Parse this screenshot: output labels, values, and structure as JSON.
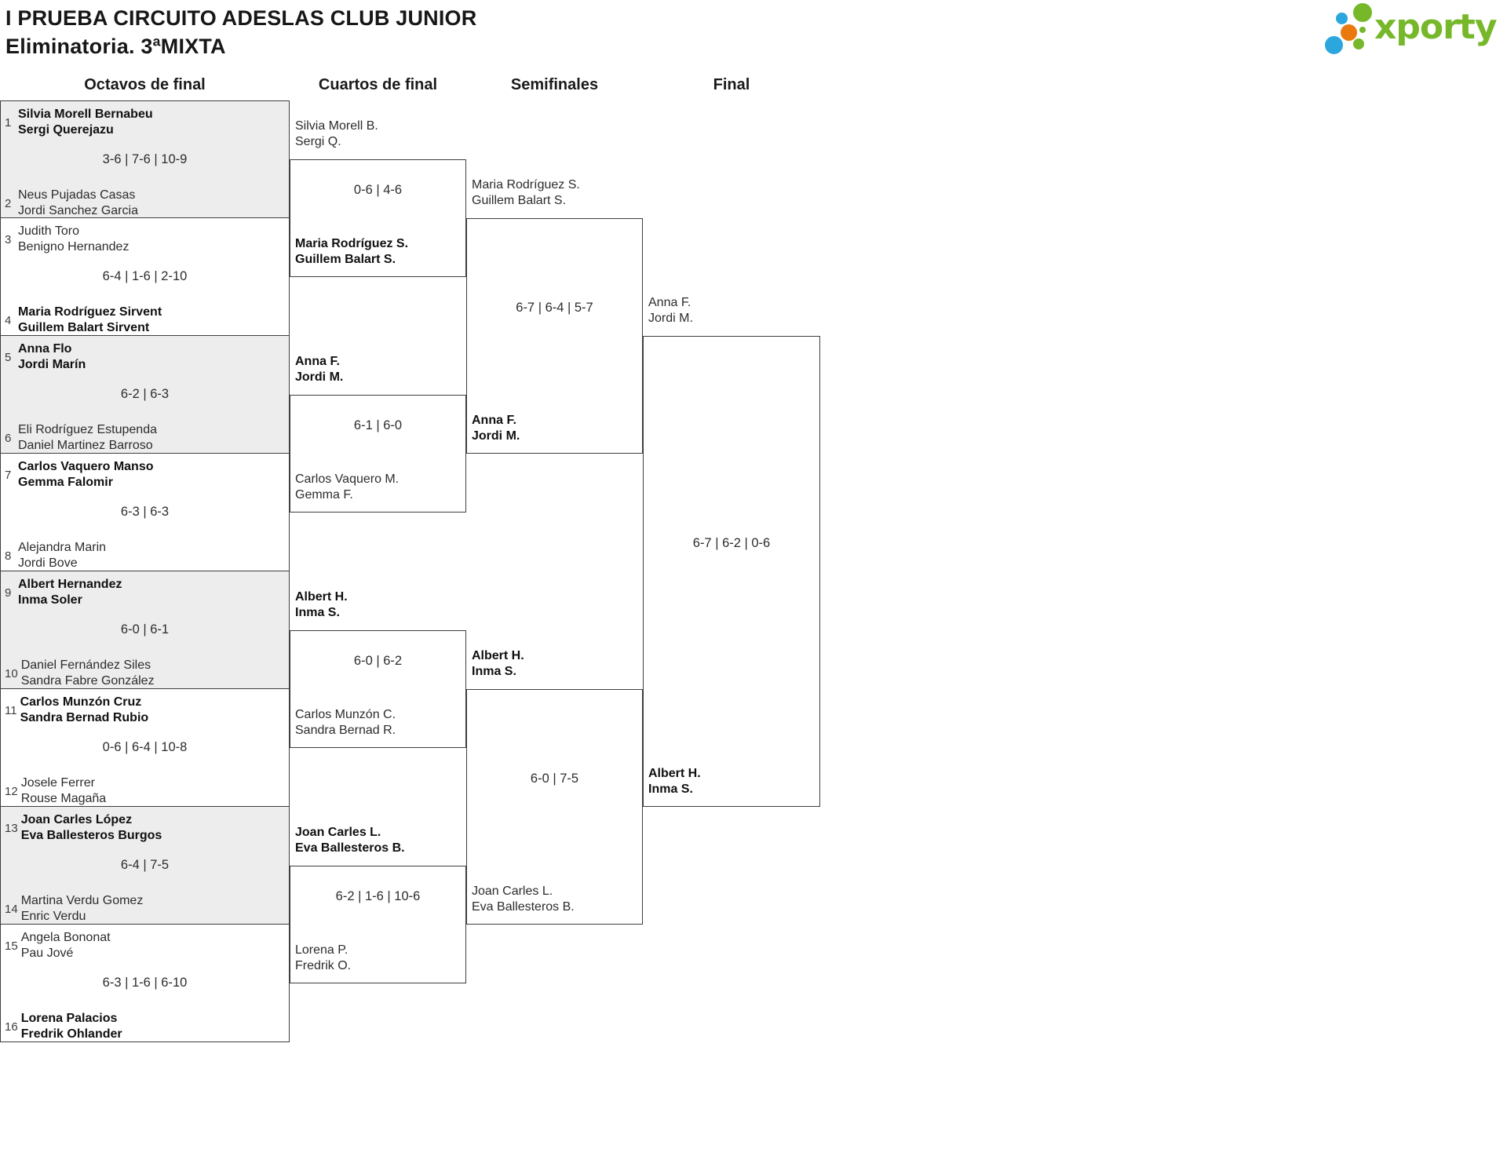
{
  "header": {
    "title_line1": "I PRUEBA CIRCUITO ADESLAS CLUB JUNIOR",
    "title_line2": "Eliminatoria. 3ªMIXTA"
  },
  "logo": {
    "wordmark": "xporty",
    "green": "#76b82a",
    "blue": "#2ba7de",
    "orange": "#e9790e"
  },
  "colors": {
    "shaded_box_bg": "#ededed",
    "line": "#3e3e3e",
    "text": "#2c2c2c",
    "winner_text": "#101010"
  },
  "rounds": {
    "labels": [
      "Octavos de final",
      "Cuartos de final",
      "Semifinales",
      "Final"
    ]
  },
  "bracket": {
    "round_of_16": [
      {
        "shaded": true,
        "seed_top": "1",
        "top": [
          "Silvia Morell Bernabeu",
          "Sergi Querejazu"
        ],
        "top_winner": true,
        "score": "3-6 | 7-6 | 10-9",
        "seed_bottom": "2",
        "bottom": [
          "Neus Pujadas Casas",
          "Jordi Sanchez Garcia"
        ],
        "bottom_winner": false
      },
      {
        "shaded": false,
        "seed_top": "3",
        "top": [
          "Judith Toro",
          "Benigno Hernandez"
        ],
        "top_winner": false,
        "score": "6-4 | 1-6 | 2-10",
        "seed_bottom": "4",
        "bottom": [
          "Maria Rodríguez Sirvent",
          "Guillem Balart Sirvent"
        ],
        "bottom_winner": true
      },
      {
        "shaded": true,
        "seed_top": "5",
        "top": [
          "Anna Flo",
          "Jordi Marín"
        ],
        "top_winner": true,
        "score": "6-2 | 6-3",
        "seed_bottom": "6",
        "bottom": [
          "Eli Rodríguez Estupenda",
          "Daniel Martinez Barroso"
        ],
        "bottom_winner": false
      },
      {
        "shaded": false,
        "seed_top": "7",
        "top": [
          "Carlos Vaquero Manso",
          "Gemma Falomir"
        ],
        "top_winner": true,
        "score": "6-3 | 6-3",
        "seed_bottom": "8",
        "bottom": [
          "Alejandra Marin",
          "Jordi Bove"
        ],
        "bottom_winner": false
      },
      {
        "shaded": true,
        "seed_top": "9",
        "top": [
          "Albert Hernandez",
          "Inma Soler"
        ],
        "top_winner": true,
        "score": "6-0 | 6-1",
        "seed_bottom": "10",
        "bottom": [
          "Daniel Fernández Siles",
          "Sandra Fabre González"
        ],
        "bottom_winner": false
      },
      {
        "shaded": false,
        "seed_top": "11",
        "top": [
          "Carlos Munzón Cruz",
          "Sandra Bernad Rubio"
        ],
        "top_winner": true,
        "score": "0-6 | 6-4 | 10-8",
        "seed_bottom": "12",
        "bottom": [
          "Josele Ferrer",
          "Rouse Magaña"
        ],
        "bottom_winner": false
      },
      {
        "shaded": true,
        "seed_top": "13",
        "top": [
          "Joan Carles López",
          "Eva Ballesteros Burgos"
        ],
        "top_winner": true,
        "score": "6-4 | 7-5",
        "seed_bottom": "14",
        "bottom": [
          "Martina Verdu Gomez",
          "Enric Verdu"
        ],
        "bottom_winner": false
      },
      {
        "shaded": false,
        "seed_top": "15",
        "top": [
          "Angela Bononat",
          "Pau Jové"
        ],
        "top_winner": false,
        "score": "6-3 | 1-6 | 6-10",
        "seed_bottom": "16",
        "bottom": [
          "Lorena Palacios",
          "Fredrik Ohlander"
        ],
        "bottom_winner": true
      }
    ],
    "quarterfinals": [
      {
        "top": [
          "Silvia Morell B.",
          "Sergi Q."
        ],
        "top_winner": false,
        "score": "0-6 | 4-6",
        "bottom": [
          "Maria Rodríguez S.",
          "Guillem Balart S."
        ],
        "bottom_winner": true
      },
      {
        "top": [
          "Anna F.",
          "Jordi M."
        ],
        "top_winner": true,
        "score": "6-1 | 6-0",
        "bottom": [
          "Carlos Vaquero M.",
          "Gemma F."
        ],
        "bottom_winner": false
      },
      {
        "top": [
          "Albert H.",
          "Inma S."
        ],
        "top_winner": true,
        "score": "6-0 | 6-2",
        "bottom": [
          "Carlos Munzón C.",
          "Sandra Bernad R."
        ],
        "bottom_winner": false
      },
      {
        "top": [
          "Joan Carles L.",
          "Eva Ballesteros B."
        ],
        "top_winner": true,
        "score": "6-2 | 1-6 | 10-6",
        "bottom": [
          "Lorena P.",
          "Fredrik O."
        ],
        "bottom_winner": false
      }
    ],
    "semifinals": [
      {
        "top": [
          "Maria Rodríguez S.",
          "Guillem Balart S."
        ],
        "top_winner": false,
        "score": "6-7 | 6-4 | 5-7",
        "bottom": [
          "Anna F.",
          "Jordi M."
        ],
        "bottom_winner": true
      },
      {
        "top": [
          "Albert H.",
          "Inma S."
        ],
        "top_winner": true,
        "score": "6-0 | 7-5",
        "bottom": [
          "Joan Carles L.",
          "Eva Ballesteros B."
        ],
        "bottom_winner": false
      }
    ],
    "final": {
      "top": [
        "Anna F.",
        "Jordi M."
      ],
      "top_winner": false,
      "score": "6-7 | 6-2 | 0-6",
      "bottom": [
        "Albert H.",
        "Inma S."
      ],
      "bottom_winner": true
    }
  }
}
